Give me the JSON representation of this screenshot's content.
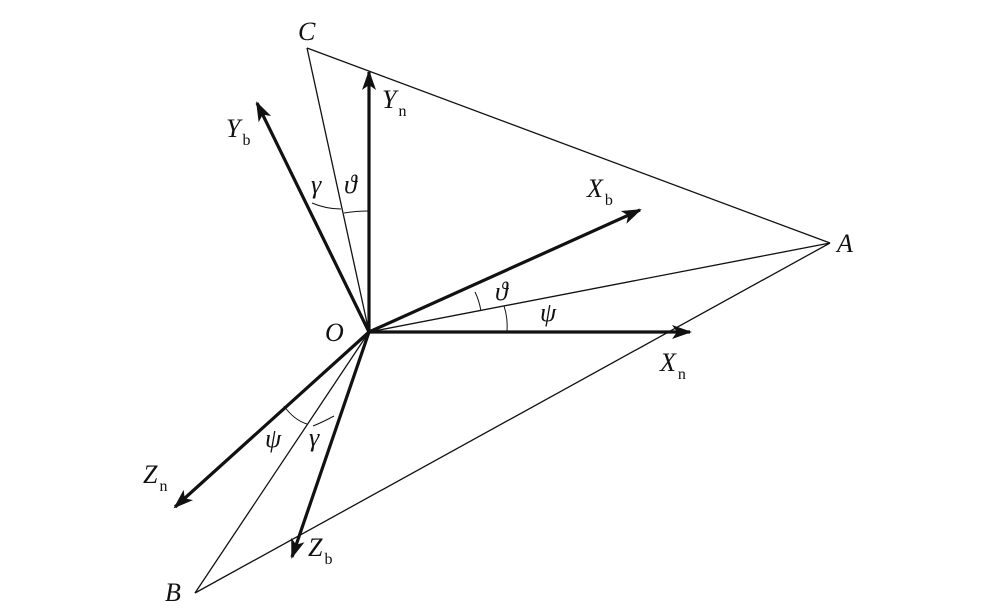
{
  "colors": {
    "background": "#ffffff",
    "ink": "#111111"
  },
  "points": {
    "origin": "O",
    "a": "A",
    "b": "B",
    "c": "C"
  },
  "axes": {
    "xn": {
      "letter": "X",
      "sub": "n"
    },
    "yn": {
      "letter": "Y",
      "sub": "n"
    },
    "zn": {
      "letter": "Z",
      "sub": "n"
    },
    "xb": {
      "letter": "X",
      "sub": "b"
    },
    "yb": {
      "letter": "Y",
      "sub": "b"
    },
    "zb": {
      "letter": "Z",
      "sub": "b"
    }
  },
  "angles": {
    "theta": "ϑ",
    "psi": "ψ",
    "gamma": "γ"
  }
}
